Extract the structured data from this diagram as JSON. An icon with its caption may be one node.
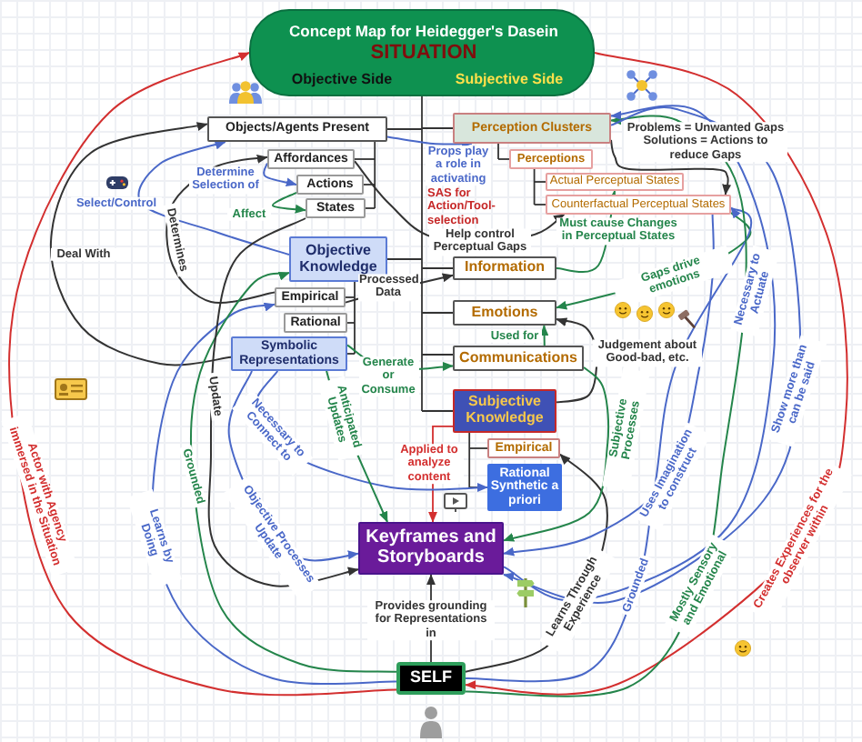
{
  "diagram": {
    "nodes": [
      {
        "text": [
          "Concept Map for Heidegger's Dasein",
          "SITUATION",
          "Objective Side",
          "Subjective Side"
        ]
      },
      {
        "text": [
          "Objects/Agents Present"
        ]
      },
      {
        "text": [
          "Affordances"
        ]
      },
      {
        "text": [
          "Actions"
        ]
      },
      {
        "text": [
          "States"
        ]
      },
      {
        "text": [
          "Objective Knowledge"
        ]
      },
      {
        "text": [
          "Empirical"
        ]
      },
      {
        "text": [
          "Rational"
        ]
      },
      {
        "text": [
          "Symbolic Representations"
        ]
      },
      {
        "text": [
          "Perception Clusters"
        ]
      },
      {
        "text": [
          "Perceptions"
        ]
      },
      {
        "text": [
          "Actual Perceptual States"
        ]
      },
      {
        "text": [
          "Counterfactual Perceptual States"
        ]
      },
      {
        "text": [
          "Information"
        ]
      },
      {
        "text": [
          "Emotions"
        ]
      },
      {
        "text": [
          "Communications"
        ]
      },
      {
        "text": [
          "Subjective Knowledge"
        ]
      },
      {
        "text": [
          "Empirical"
        ]
      },
      {
        "text": [
          "Rational Synthetic a priori"
        ]
      },
      {
        "text": [
          "Keyframes and Storyboards"
        ]
      },
      {
        "text": [
          "SELF"
        ]
      }
    ],
    "edges": [
      {
        "from": 0,
        "to": 1,
        "arrow": "none"
      },
      {
        "from": 0,
        "to": 9,
        "arrow": "none"
      },
      {
        "from": 1,
        "to": 2,
        "arrow": "none"
      },
      {
        "from": 1,
        "to": 3,
        "arrow": "none"
      },
      {
        "from": 1,
        "to": 4,
        "arrow": "none"
      },
      {
        "from": 0,
        "to": 5,
        "arrow": "none"
      },
      {
        "from": 5,
        "to": 6,
        "arrow": "none"
      },
      {
        "from": 5,
        "to": 7,
        "arrow": "none"
      },
      {
        "from": 5,
        "to": 8,
        "arrow": "none"
      },
      {
        "from": 9,
        "to": 10,
        "arrow": "none"
      },
      {
        "from": 10,
        "to": 11,
        "arrow": "none"
      },
      {
        "from": 10,
        "to": 12,
        "arrow": "none"
      },
      {
        "from": 0,
        "to": 13,
        "arrow": "none"
      },
      {
        "from": 0,
        "to": 14,
        "arrow": "none"
      },
      {
        "from": 0,
        "to": 15,
        "arrow": "none"
      },
      {
        "from": 0,
        "to": 16,
        "arrow": "none"
      },
      {
        "from": 16,
        "to": 17,
        "arrow": "none"
      },
      {
        "from": 16,
        "to": 18,
        "arrow": "none"
      },
      {
        "from": 20,
        "to": 0,
        "arrow": "to",
        "label": "Actor with Agency immersed in the Situation",
        "color": "#d32f2f"
      },
      {
        "from": 0,
        "to": 20,
        "arrow": "to",
        "label": "Creates Experiences for the observer within",
        "color": "#d32f2f"
      },
      {
        "from": 8,
        "to": 1,
        "arrow": "to",
        "label": "Deal With"
      },
      {
        "from": 5,
        "to": 1,
        "arrow": "to",
        "label": "Select/Control",
        "color": "#4a68c8"
      },
      {
        "from": 2,
        "to": 3,
        "arrow": "to",
        "label": "Determine Selection of",
        "color": "#4a68c8"
      },
      {
        "from": 3,
        "to": 4,
        "arrow": "to",
        "label": "Affect",
        "color": "#24854b"
      },
      {
        "from": 6,
        "to": 2,
        "arrow": "to",
        "label": "Determines"
      },
      {
        "from": 1,
        "to": 9,
        "arrow": "to",
        "label": "Props play a role in activating",
        "color": "#4a68c8"
      },
      {
        "from": 2,
        "to": 12,
        "arrow": "to",
        "label": "Help control Perceptual Gaps"
      },
      {
        "from": 9,
        "to": 12,
        "arrow": "to",
        "label": "Problems = Unwanted Gaps Solutions = Actions to reduce Gaps"
      },
      {
        "from": 13,
        "to": 11,
        "arrow": "to",
        "label": "Must cause Changes in Perceptual States",
        "color": "#24854b"
      },
      {
        "from": 12,
        "to": 14,
        "arrow": "to",
        "label": "Gaps drive emotions",
        "color": "#24854b"
      },
      {
        "from": 15,
        "to": 14,
        "arrow": "to",
        "label": "Used for",
        "color": "#24854b"
      },
      {
        "from": 16,
        "to": 14,
        "arrow": "to",
        "label": "Judgement about Good-bad, etc."
      },
      {
        "from": 6,
        "to": 13,
        "arrow": "to",
        "label": "Processed Data"
      },
      {
        "from": 8,
        "to": 15,
        "arrow": "to",
        "label": "Generate or Consume",
        "color": "#24854b"
      },
      {
        "from": 16,
        "to": 19,
        "arrow": "to",
        "label": "Applied to analyze content",
        "color": "#d32f2f"
      },
      {
        "from": 20,
        "to": 19,
        "arrow": "to",
        "label": "Provides grounding for Representations in"
      },
      {
        "from": 20,
        "to": 17,
        "arrow": "to",
        "label": "Learns Through Experience"
      },
      {
        "from": 20,
        "to": 12,
        "arrow": "to",
        "label": "Grounded",
        "color": "#4a68c8"
      },
      {
        "from": 20,
        "to": 9,
        "arrow": "to",
        "label": "Mostly Sensory and Emotional",
        "color": "#24854b"
      },
      {
        "from": 20,
        "to": 6,
        "arrow": "to",
        "label": "Learns by Doing",
        "color": "#4a68c8"
      },
      {
        "from": 20,
        "to": 5,
        "arrow": "to",
        "label": "Grounded",
        "color": "#24854b"
      },
      {
        "from": 4,
        "to": 19,
        "arrow": "to",
        "label": "Update"
      },
      {
        "from": 8,
        "to": 19,
        "arrow": "to",
        "label": "Objective Processes Update",
        "color": "#4a68c8"
      },
      {
        "from": 8,
        "to": 18,
        "arrow": "to",
        "label": "Necessary to Connect to",
        "color": "#4a68c8"
      },
      {
        "from": 8,
        "to": 19,
        "arrow": "to",
        "label": "Anticipated Updates",
        "color": "#24854b"
      },
      {
        "from": 15,
        "to": 19,
        "arrow": "to",
        "label": "Subjective Processes",
        "color": "#24854b"
      },
      {
        "from": 12,
        "to": 19,
        "arrow": "to",
        "label": "Uses Imagination to construct",
        "color": "#4a68c8"
      },
      {
        "from": 19,
        "to": 9,
        "arrow": "to",
        "label": "Necessary to Actuate",
        "color": "#4a68c8"
      },
      {
        "from": 9,
        "to": 19,
        "arrow": "to",
        "label": "Show more than can be said",
        "color": "#4a68c8"
      }
    ],
    "labels": [
      "SAS for Action/Tool-selection"
    ]
  }
}
